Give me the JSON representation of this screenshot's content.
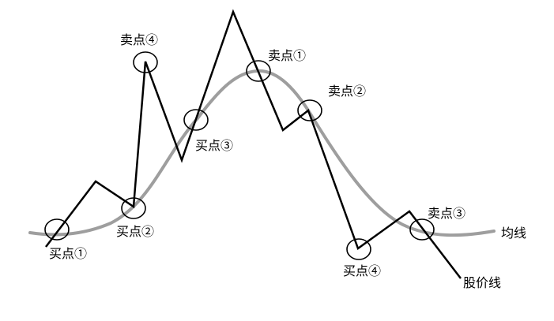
{
  "colors": {
    "background": "#ffffff",
    "price_line": "#000000",
    "moving_average": "#9e9e9e",
    "markers": "#000000"
  },
  "labels": {
    "moving_average": "均线",
    "price_line": "股价线",
    "buy_1": "买点①",
    "buy_2": "买点②",
    "buy_3": "买点③",
    "buy_4": "买点④",
    "sell_1": "卖点①",
    "sell_2": "卖点②",
    "sell_3": "卖点③",
    "sell_4": "卖点④"
  }
}
